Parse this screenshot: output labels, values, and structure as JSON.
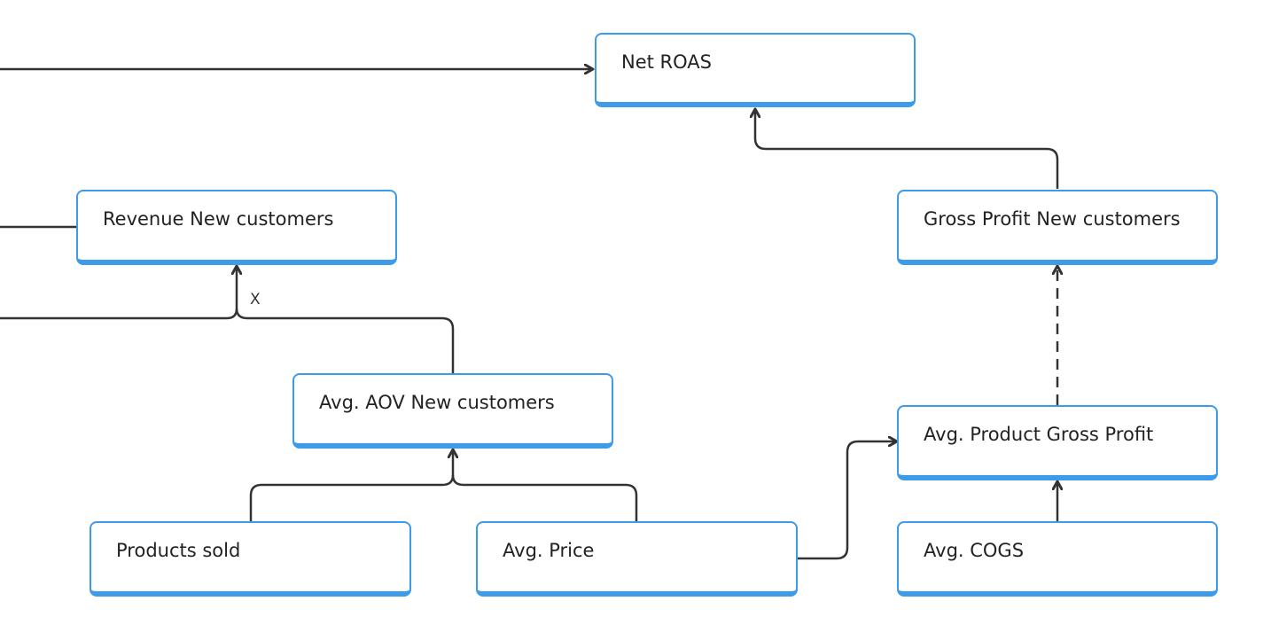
{
  "nodes": {
    "net_roas": "Net ROAS",
    "revenue_new_customers": "Revenue New customers",
    "gross_profit_new_customers": "Gross Profit New customers",
    "avg_aov_new_customers": "Avg. AOV New customers",
    "avg_product_gross_profit": "Avg. Product Gross Profit",
    "products_sold": "Products sold",
    "avg_price": "Avg. Price",
    "avg_cogs": "Avg. COGS"
  },
  "edge_labels": {
    "multiply": "X"
  },
  "colors": {
    "node_border": "#3d9be9",
    "connector": "#333333",
    "text": "#222222"
  }
}
